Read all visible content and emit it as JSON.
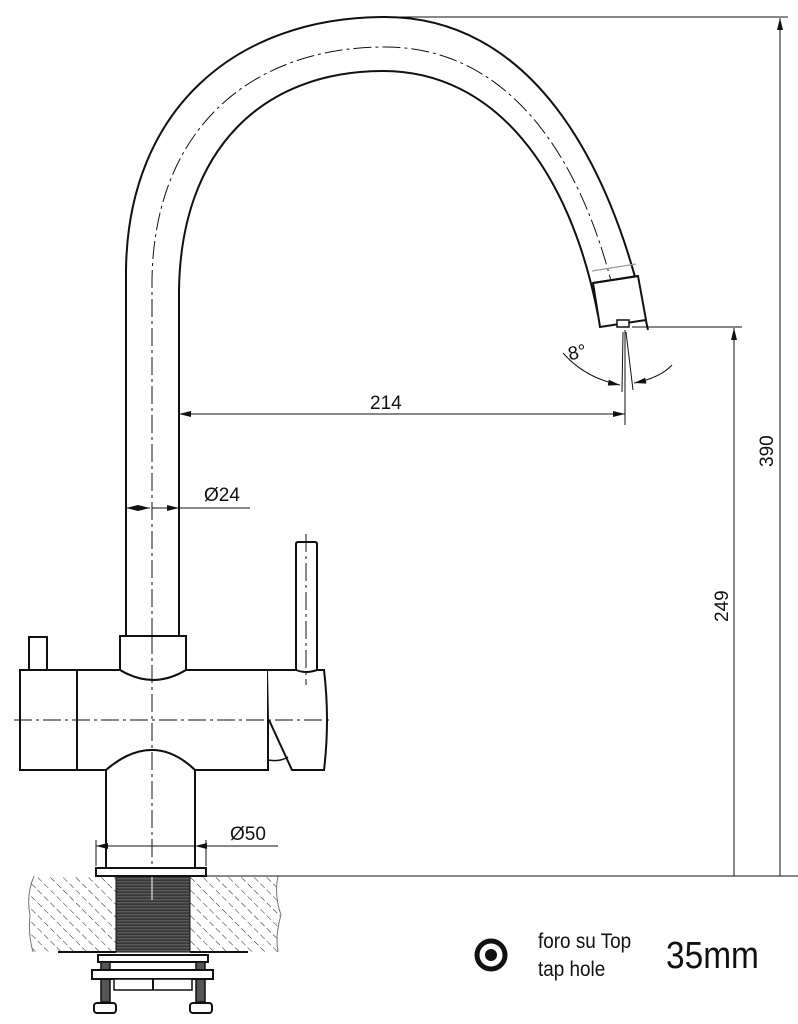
{
  "drawing": {
    "subject": "kitchen tap side elevation technical drawing",
    "stroke_color": "#111111",
    "background_color": "#ffffff",
    "units": "mm"
  },
  "dimensions": {
    "total_height": "390",
    "spout_height": "249",
    "spout_reach": "214",
    "spout_diameter": "Ø24",
    "base_diameter": "Ø50",
    "spout_angle": "8°"
  },
  "legend": {
    "icon": "tap-hole-icon",
    "label_it": "foro su Top",
    "label_en": "tap hole",
    "hole_size": "35mm"
  }
}
